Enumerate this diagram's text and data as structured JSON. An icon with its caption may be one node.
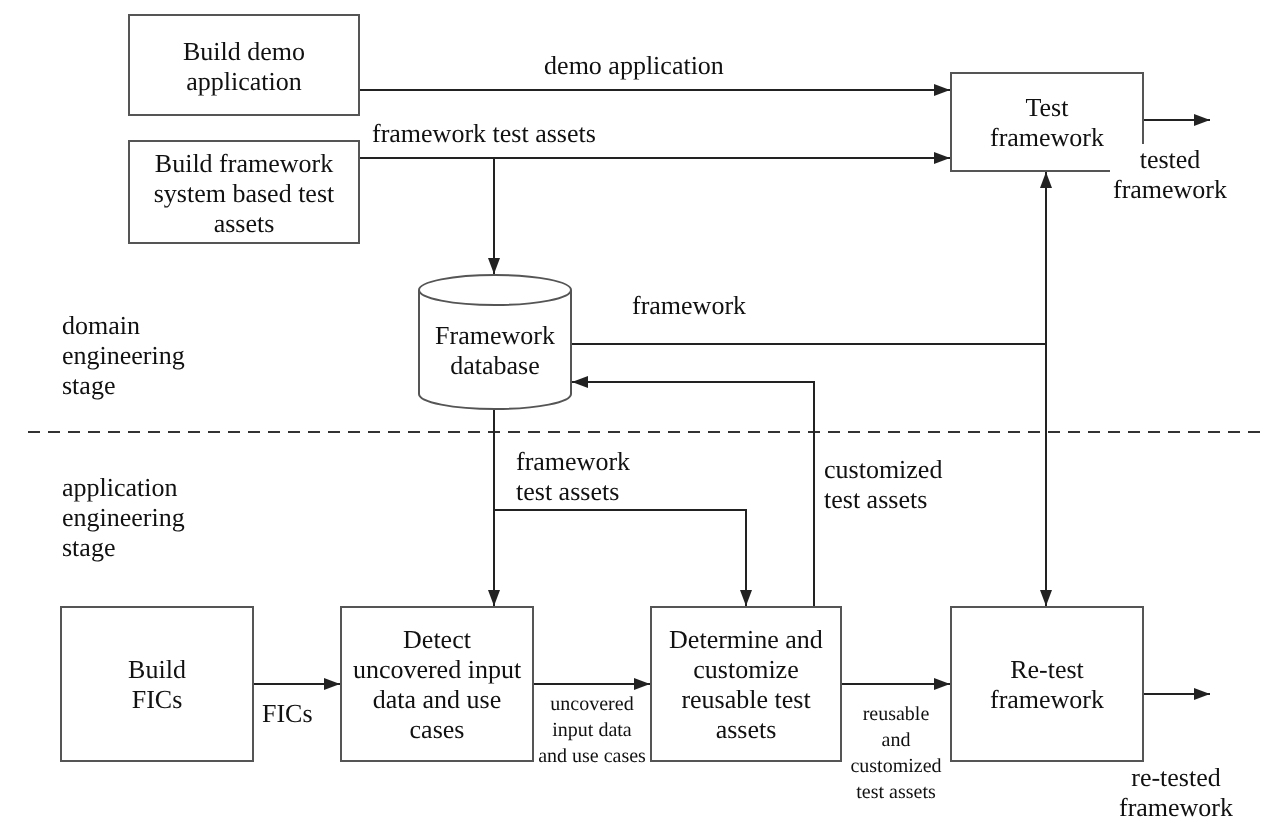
{
  "diagram": {
    "nodes": [
      {
        "text": [
          "Build demo application"
        ]
      },
      {
        "text": [
          "Build framework system based test assets"
        ]
      },
      {
        "text": [
          "Test framework"
        ]
      },
      {
        "text": [
          "Framework database"
        ]
      },
      {
        "text": [
          "Build FICs"
        ]
      },
      {
        "text": [
          "Detect uncovered input data and use cases"
        ]
      },
      {
        "text": [
          "Determine and customize reusable test assets"
        ]
      },
      {
        "text": [
          "Re-test framework"
        ]
      }
    ],
    "edges": [
      {
        "from": 0,
        "to": 2,
        "arrow": "to",
        "label": "demo application"
      },
      {
        "from": 1,
        "to": 2,
        "arrow": "to",
        "label": "framework test assets"
      },
      {
        "from": 1,
        "to": 3,
        "arrow": "to"
      },
      {
        "from": 3,
        "to": 2,
        "arrow": "to",
        "label": "framework"
      },
      {
        "from": 3,
        "to": 7,
        "arrow": "to"
      },
      {
        "from": 6,
        "to": 3,
        "arrow": "to",
        "label": "customized test assets"
      },
      {
        "from": 3,
        "to": 5,
        "arrow": "to",
        "label": "framework test assets"
      },
      {
        "from": 3,
        "to": 6,
        "arrow": "to"
      },
      {
        "from": 4,
        "to": 5,
        "arrow": "to",
        "label": "FICs"
      },
      {
        "from": 5,
        "to": 6,
        "arrow": "to",
        "label": "uncovered input data and use cases"
      },
      {
        "from": 6,
        "to": 7,
        "arrow": "to",
        "label": "reusable and customized test assets"
      },
      {
        "from": 2,
        "to": null,
        "arrow": "to",
        "label": "tested framework"
      },
      {
        "from": 7,
        "to": null,
        "arrow": "to",
        "label": "re-tested framework"
      }
    ],
    "labels": [
      "domain engineering stage",
      "application engineering stage"
    ]
  }
}
